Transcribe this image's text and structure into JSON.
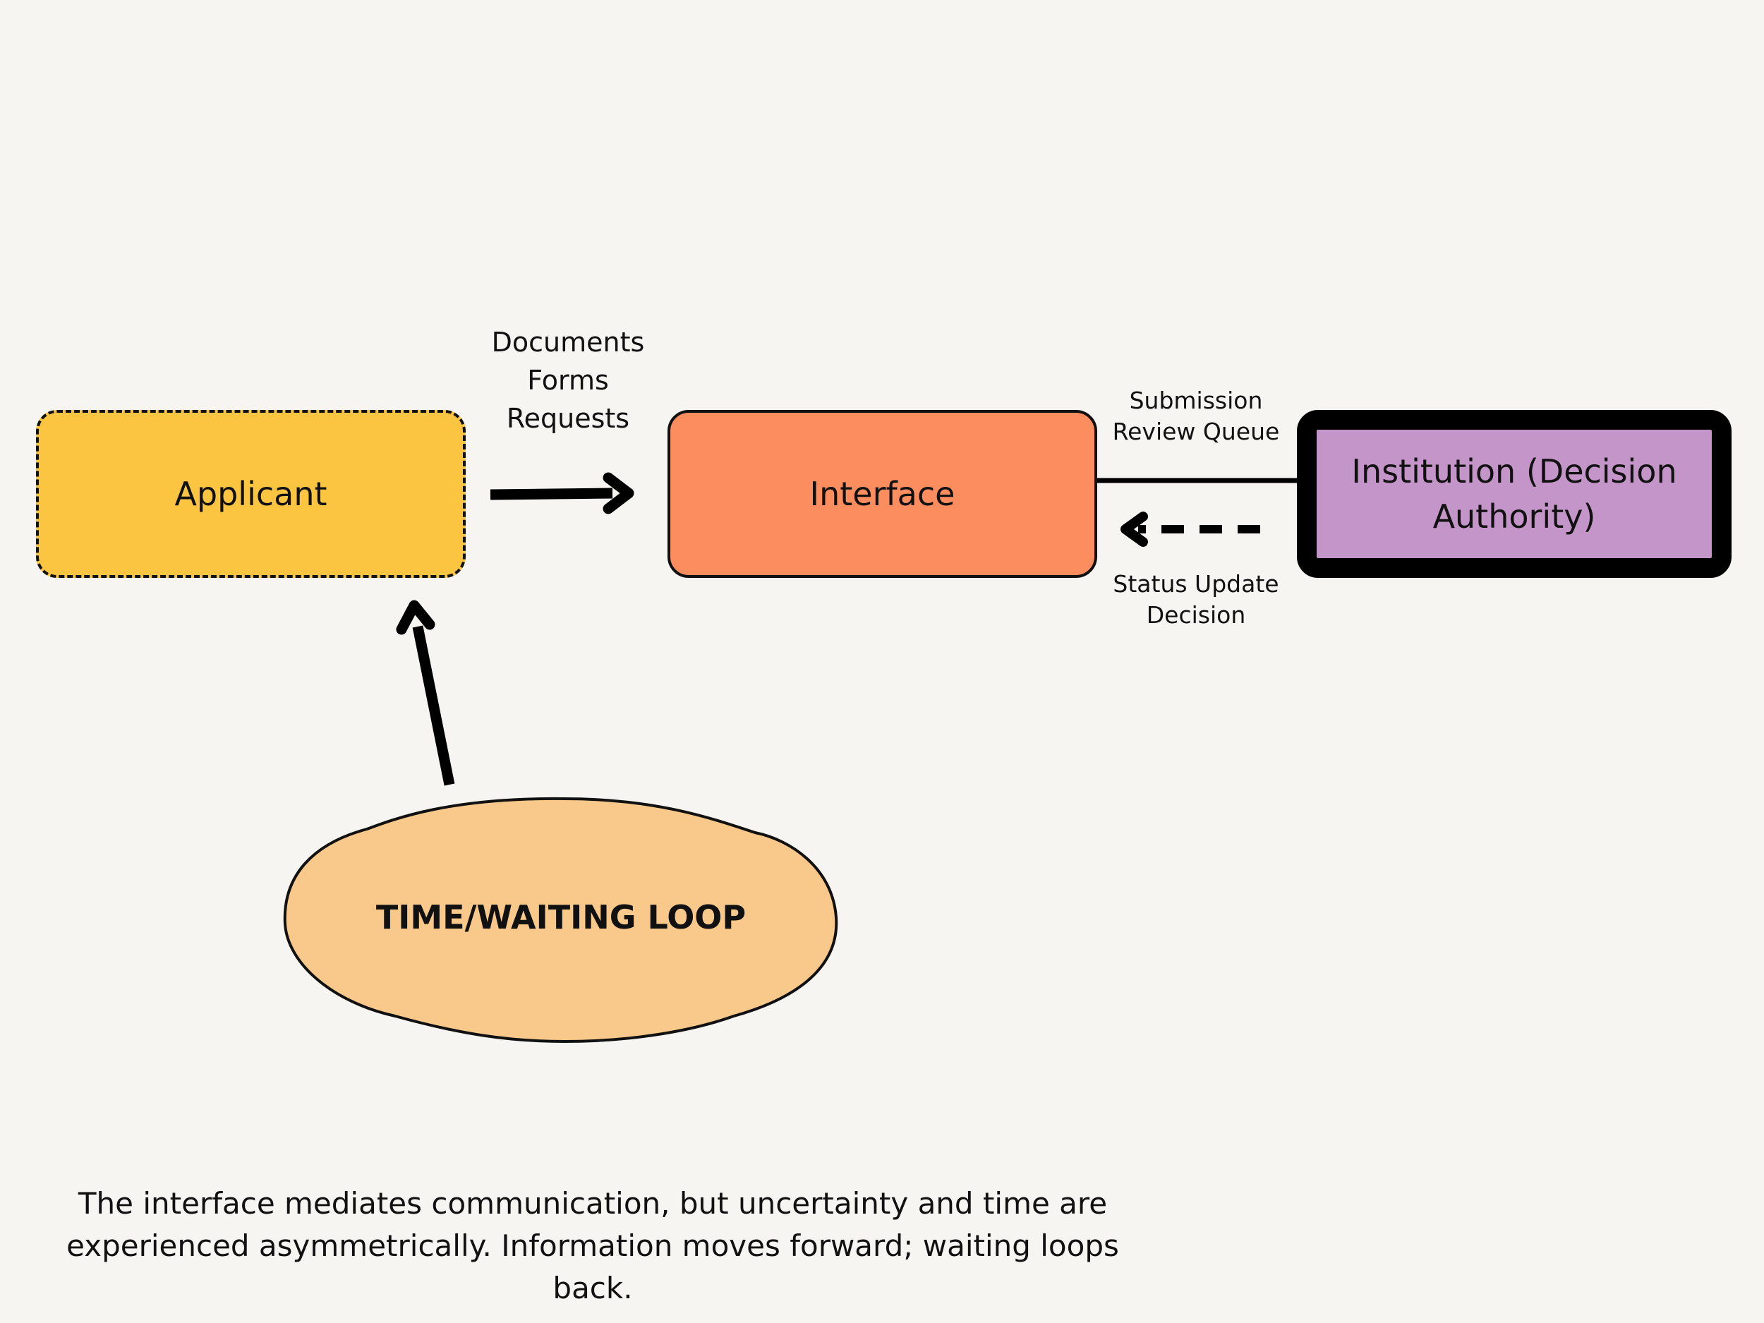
{
  "diagram": {
    "nodes": {
      "applicant": {
        "label": "Applicant",
        "fill": "#fbc441",
        "border_style": "dashed"
      },
      "interface": {
        "label": "Interface",
        "fill": "#fc8d5f",
        "border_style": "solid"
      },
      "institution": {
        "label": "Institution (Decision Authority)",
        "fill": "#c495c8",
        "border_style": "thick-solid"
      },
      "time_loop": {
        "label": "TIME/WAITING LOOP",
        "fill": "#f9c98b",
        "shape": "ellipse"
      }
    },
    "edges": {
      "applicant_to_interface": {
        "labels": [
          "Documents",
          "Forms",
          "Requests"
        ],
        "style": "solid-arrow"
      },
      "interface_to_institution": {
        "labels": [
          "Submission",
          "Review Queue"
        ],
        "style": "solid-line"
      },
      "institution_to_interface": {
        "labels": [
          "Status Update",
          "Decision"
        ],
        "style": "dashed-arrow"
      },
      "time_loop_to_applicant": {
        "style": "solid-arrow"
      }
    },
    "caption": {
      "line1": "The interface mediates communication, but uncertainty and time are",
      "line2": "experienced asymmetrically. Information moves forward; waiting loops back."
    },
    "colors": {
      "background": "#f6f5f2",
      "stroke": "#111111"
    }
  }
}
